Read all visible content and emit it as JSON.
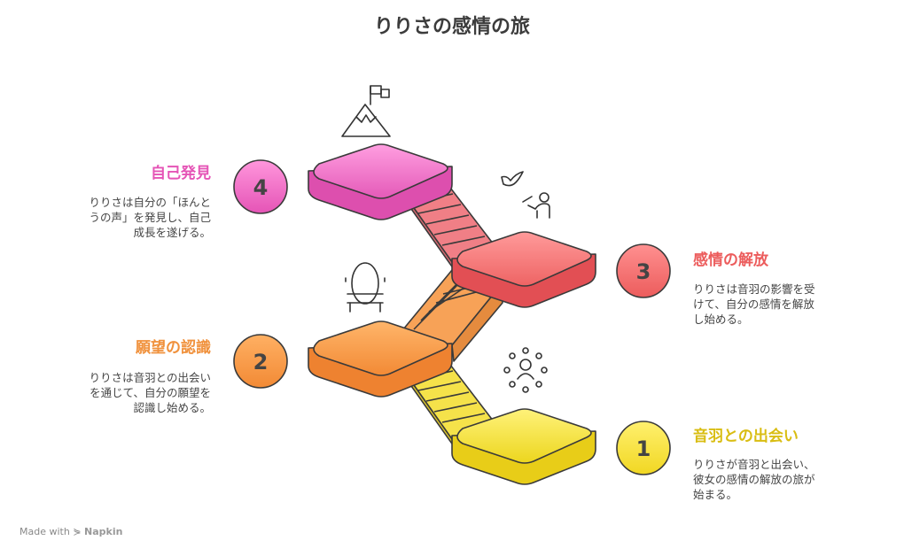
{
  "title": "りりさの感情の旅",
  "steps": [
    {
      "number": "1",
      "heading": "音羽との出会い",
      "desc": [
        "りりさが音羽と出会い、",
        "彼女の感情の解放の旅が",
        "始まる。"
      ],
      "color": "#e8cf1a",
      "icon": "people-circle-icon"
    },
    {
      "number": "2",
      "heading": "願望の認識",
      "desc": [
        "りりさは音羽との出会い",
        "を通じて、自分の願望を",
        "認識し始める。"
      ],
      "color": "#f0913c",
      "icon": "mirror-icon"
    },
    {
      "number": "3",
      "heading": "感情の解放",
      "desc": [
        "りりさは音羽の影響を受",
        "けて、自分の感情を解放",
        "し始める。"
      ],
      "color": "#ec5c5c",
      "icon": "person-releasing-dove-icon"
    },
    {
      "number": "4",
      "heading": "自己発見",
      "desc": [
        "りりさは自分の「ほんと",
        "うの声」を発見し、自己",
        "成長を遂げる。"
      ],
      "color": "#e554b6",
      "icon": "mountain-flag-icon"
    }
  ],
  "footer": {
    "prefix": "Made with",
    "brand": "Napkin"
  }
}
